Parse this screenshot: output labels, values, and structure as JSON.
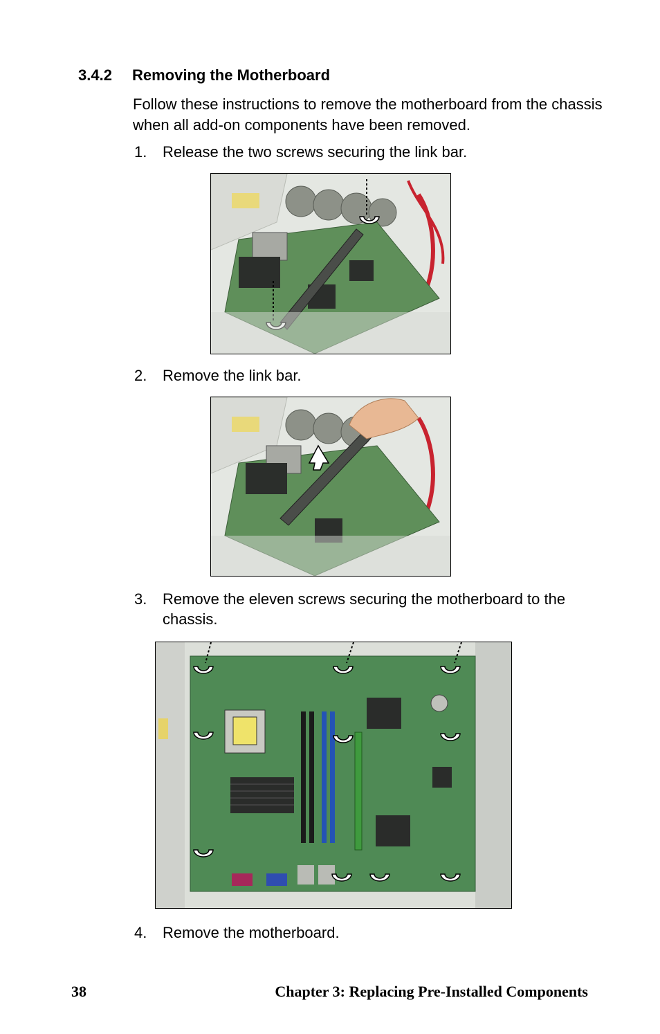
{
  "section": {
    "number": "3.4.2",
    "title": "Removing the Motherboard"
  },
  "intro": "Follow these instructions to remove the motherboard from the chassis when all add-on components have been removed.",
  "steps": [
    {
      "number": "1.",
      "text": "Release the two screws securing the link bar."
    },
    {
      "number": "2.",
      "text": "Remove the link bar."
    },
    {
      "number": "3.",
      "text": "Remove the eleven screws securing the motherboard to the chassis."
    },
    {
      "number": "4.",
      "text": "Remove the motherboard."
    }
  ],
  "footer": {
    "page_number": "38",
    "chapter": "Chapter 3: Replacing Pre-Installed Components"
  }
}
